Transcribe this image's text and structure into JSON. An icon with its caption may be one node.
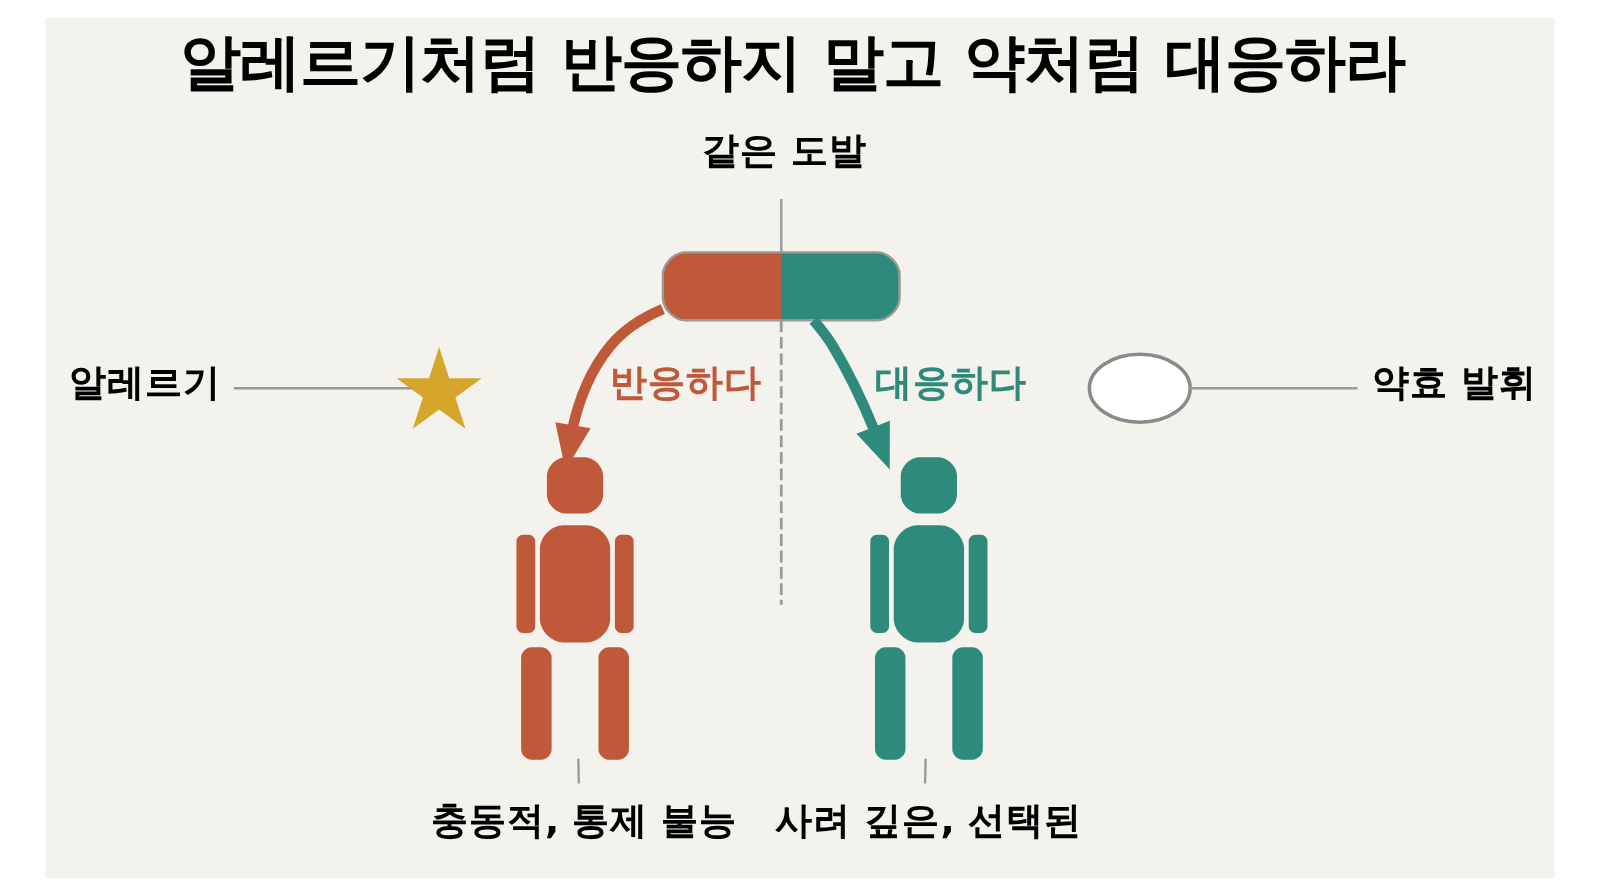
{
  "diagram": {
    "title": "알레르기처럼 반응하지 말고 약처럼 대응하라",
    "nodes": [
      {
        "text": [
          "같은 도발"
        ]
      },
      {
        "text": [],
        "shape": "pill"
      },
      {
        "text": [
          "알레르기"
        ]
      },
      {
        "text": [],
        "shape": "star"
      },
      {
        "text": [],
        "shape": "person"
      },
      {
        "text": [],
        "shape": "cloud"
      },
      {
        "text": [
          "약효 발휘"
        ]
      },
      {
        "text": [],
        "shape": "person"
      },
      {
        "text": [
          "충동적, 통제 불능"
        ]
      },
      {
        "text": [
          "사려 깊은, 선택된"
        ]
      }
    ],
    "edges": [
      {
        "from": 0,
        "to": 1,
        "arrow": "none"
      },
      {
        "from": 1,
        "to": 4,
        "arrow": "to",
        "label": "반응하다",
        "style": "thick",
        "color": "#c0583a"
      },
      {
        "from": 1,
        "to": null,
        "arrow": "none",
        "style": "dashed"
      },
      {
        "from": 1,
        "to": 7,
        "arrow": "to",
        "label": "대응하다",
        "style": "thick",
        "color": "#2e8b7b"
      },
      {
        "from": 2,
        "to": 3,
        "arrow": "none"
      },
      {
        "from": 6,
        "to": 5,
        "arrow": "none"
      },
      {
        "from": 8,
        "to": 4,
        "arrow": "none"
      },
      {
        "from": 9,
        "to": 7,
        "arrow": "none"
      }
    ]
  }
}
